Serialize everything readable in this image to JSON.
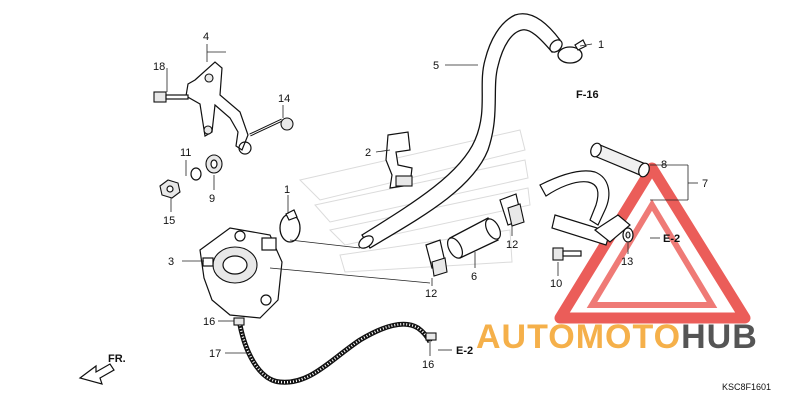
{
  "callouts": [
    {
      "id": "c1a",
      "text": "1"
    },
    {
      "id": "c1b",
      "text": "1"
    },
    {
      "id": "c2",
      "text": "2"
    },
    {
      "id": "c3",
      "text": "3"
    },
    {
      "id": "c4",
      "text": "4"
    },
    {
      "id": "c5",
      "text": "5"
    },
    {
      "id": "c6",
      "text": "6"
    },
    {
      "id": "c7",
      "text": "7"
    },
    {
      "id": "c8",
      "text": "8"
    },
    {
      "id": "c9",
      "text": "9"
    },
    {
      "id": "c10",
      "text": "10"
    },
    {
      "id": "c11",
      "text": "11"
    },
    {
      "id": "c12a",
      "text": "12"
    },
    {
      "id": "c12b",
      "text": "12"
    },
    {
      "id": "c13",
      "text": "13"
    },
    {
      "id": "c14",
      "text": "14"
    },
    {
      "id": "c15",
      "text": "15"
    },
    {
      "id": "c16a",
      "text": "16"
    },
    {
      "id": "c16b",
      "text": "16"
    },
    {
      "id": "c17",
      "text": "17"
    },
    {
      "id": "c18",
      "text": "18"
    }
  ],
  "references": {
    "f16": "F-16",
    "e2_right": "E-2",
    "e2_bottom": "E-2",
    "fr": "FR."
  },
  "diagram_code": "KSC8F1601",
  "watermark": {
    "part1": "AUTO",
    "part2": "MOTO",
    "part3": "HUB",
    "color_orange": "#f5b04a",
    "color_gray": "#555555",
    "color_red": "#e8413c"
  }
}
